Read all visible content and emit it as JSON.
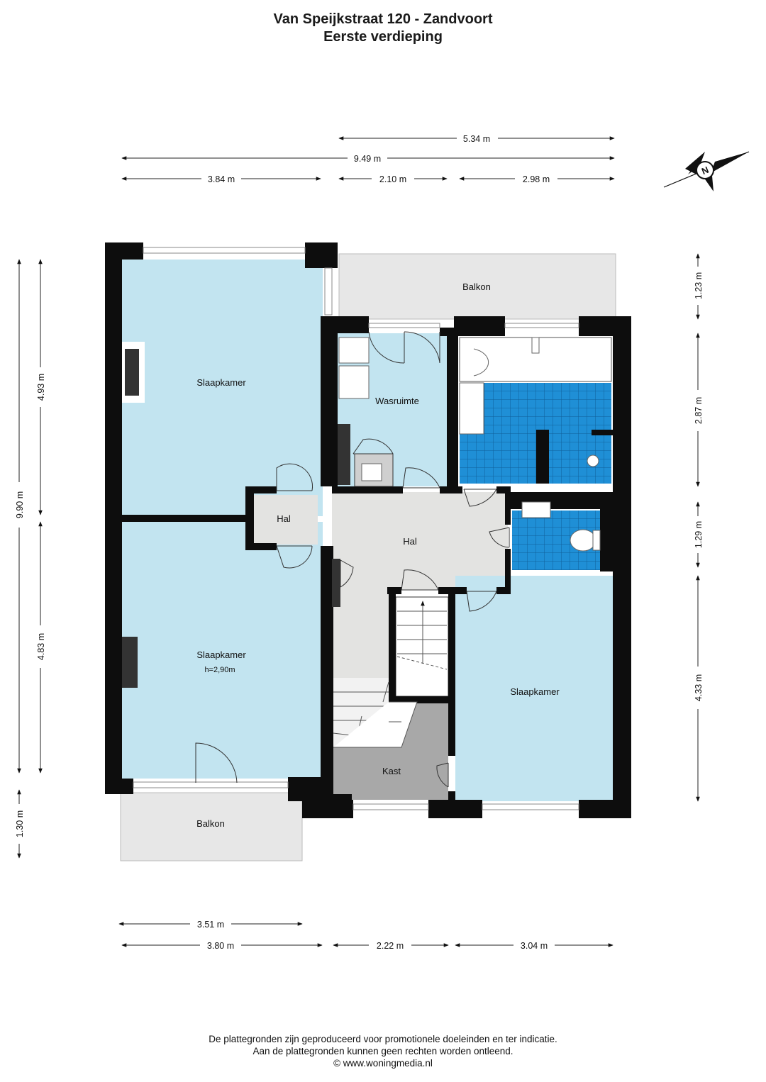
{
  "header": {
    "address": "Van Speijkstraat 120 - Zandvoort",
    "floor": "Eerste verdieping"
  },
  "rooms": {
    "bedroom_top_left": "Slaapkamer",
    "bedroom_bottom_left": "Slaapkamer",
    "bedroom_height": "h=2,90m",
    "bedroom_right": "Slaapkamer",
    "laundry": "Wasruimte",
    "hall_small": "Hal",
    "hall_main": "Hal",
    "balcony_top": "Balkon",
    "balcony_bottom": "Balkon",
    "closet": "Kast"
  },
  "dimensions": {
    "top_overall_right": "5.34 m",
    "top_total": "9.49 m",
    "top_left": "3.84 m",
    "top_middle": "2.10 m",
    "top_right": "2.98 m",
    "left_total": "9.90 m",
    "left_upper": "4.93 m",
    "left_lower": "4.83 m",
    "left_balcony": "1.30 m",
    "right_balcony": "1.23 m",
    "right_bathroom": "2.87 m",
    "right_toilet": "1.29 m",
    "right_bedroom": "4.33 m",
    "bottom_balcony": "3.51 m",
    "bottom_left": "3.80 m",
    "bottom_middle": "2.22 m",
    "bottom_right": "3.04 m"
  },
  "compass": {
    "label": "N"
  },
  "footer": {
    "line1": "De plattegronden zijn geproduceerd voor promotionele doeleinden en ter indicatie.",
    "line2": "Aan de plattegronden kunnen geen rechten worden ontleend.",
    "line3": "© www.woningmedia.nl"
  },
  "colors": {
    "room_blue": "#c2e4f0",
    "tile_blue": "#1f8fd6",
    "hall_grey": "#e3e3e1",
    "balcony_grey": "#e7e7e7",
    "closet_grey": "#a8a8a8",
    "wall": "#0d0d0d"
  }
}
